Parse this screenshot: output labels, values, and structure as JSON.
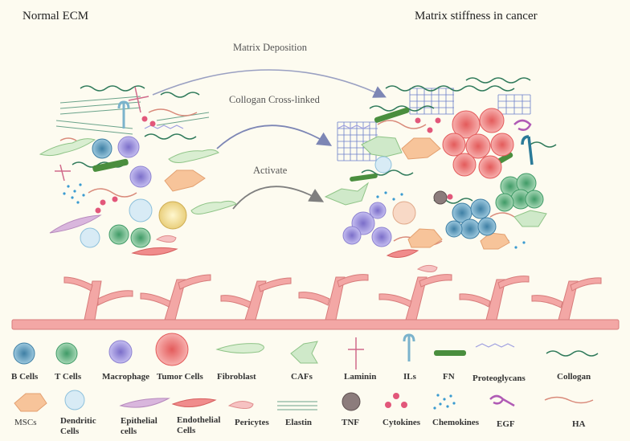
{
  "titles": {
    "left": "Normal ECM",
    "right": "Matrix stiffness in cancer"
  },
  "arrows": {
    "deposition": "Matrix Deposition",
    "crosslinked": "Collogan Cross-linked",
    "activate": "Activate"
  },
  "legend": {
    "row1": [
      {
        "label": "B Cells",
        "icon": "b-cell-icon"
      },
      {
        "label": "T Cells",
        "icon": "t-cell-icon"
      },
      {
        "label": "Macrophage",
        "icon": "macrophage-icon"
      },
      {
        "label": "Tumor Cells",
        "icon": "tumor-cell-icon"
      },
      {
        "label": "Fibroblast",
        "icon": "fibroblast-icon"
      },
      {
        "label": "CAFs",
        "icon": "caf-icon"
      },
      {
        "label": "Laminin",
        "icon": "laminin-icon"
      },
      {
        "label": "ILs",
        "icon": "il-icon"
      },
      {
        "label": "FN",
        "icon": "fn-icon"
      },
      {
        "label": "Proteoglycans",
        "icon": "proteoglycan-icon"
      },
      {
        "label": "Collogan",
        "icon": "collagen-icon"
      }
    ],
    "row2": [
      {
        "label": "MSCs",
        "icon": "msc-icon"
      },
      {
        "label": "Dendritic Cells",
        "icon": "dendritic-cell-icon"
      },
      {
        "label": "Epithelial cells",
        "icon": "epithelial-cell-icon"
      },
      {
        "label": "Endothelial Cells",
        "icon": "endothelial-cell-icon"
      },
      {
        "label": "Pericytes",
        "icon": "pericyte-icon"
      },
      {
        "label": "Elastin",
        "icon": "elastin-icon"
      },
      {
        "label": "TNF",
        "icon": "tnf-icon"
      },
      {
        "label": "Cytokines",
        "icon": "cytokine-icon"
      },
      {
        "label": "Chemokines",
        "icon": "chemokine-icon"
      },
      {
        "label": "EGF",
        "icon": "egf-icon"
      },
      {
        "label": "HA",
        "icon": "ha-icon"
      }
    ]
  },
  "colors": {
    "background": "#fdfbf0",
    "vessel": "#f3a7a5",
    "vessel_edge": "#d77b7a",
    "b_cell": "#6fa8c7",
    "t_cell": "#6fb98a",
    "macrophage": "#9f93d9",
    "tumor": "#ef7f7f",
    "fibroblast": "#cfe9c9",
    "caf": "#cfe9c9",
    "msc": "#f7c49a",
    "collagen": "#2f7a5a",
    "ha": "#d98a7a"
  }
}
